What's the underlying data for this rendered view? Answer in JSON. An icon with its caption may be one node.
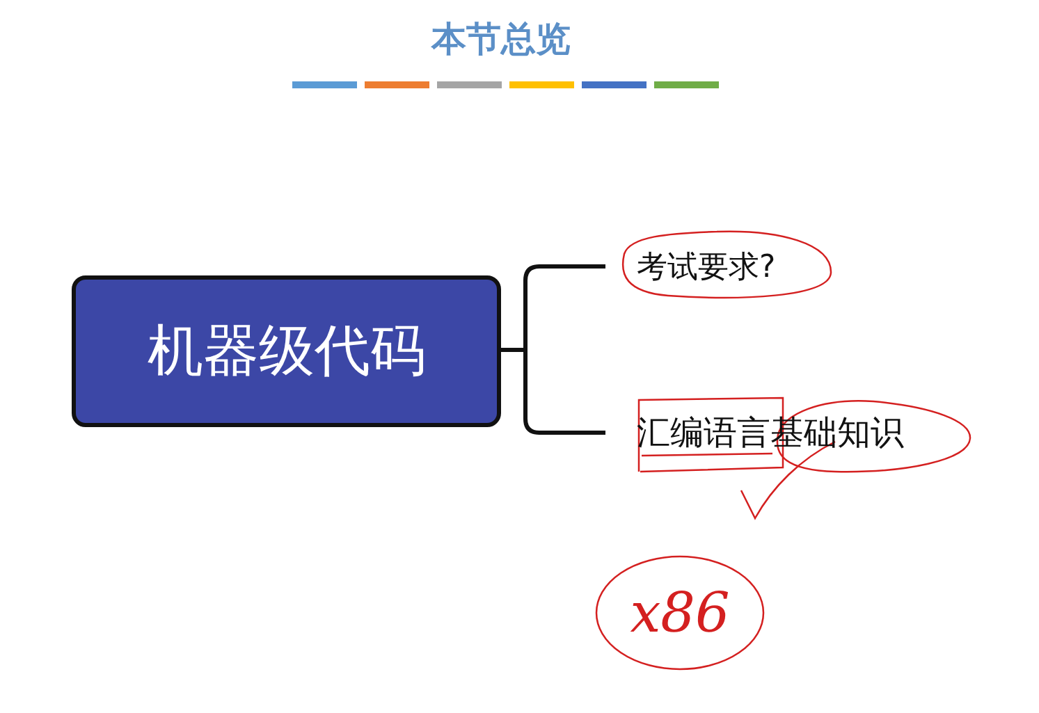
{
  "diagram": {
    "title": "本节总览",
    "nodes": [
      {
        "text": [
          "机器级代码"
        ]
      },
      {
        "text": [
          "考试要求?"
        ]
      },
      {
        "text": [
          "汇编语言基础知识"
        ]
      },
      {
        "text": [
          "x86"
        ]
      }
    ],
    "edges": [
      {
        "from": 0,
        "to": 1,
        "arrow": "none"
      },
      {
        "from": 0,
        "to": 2,
        "arrow": "none"
      }
    ]
  }
}
